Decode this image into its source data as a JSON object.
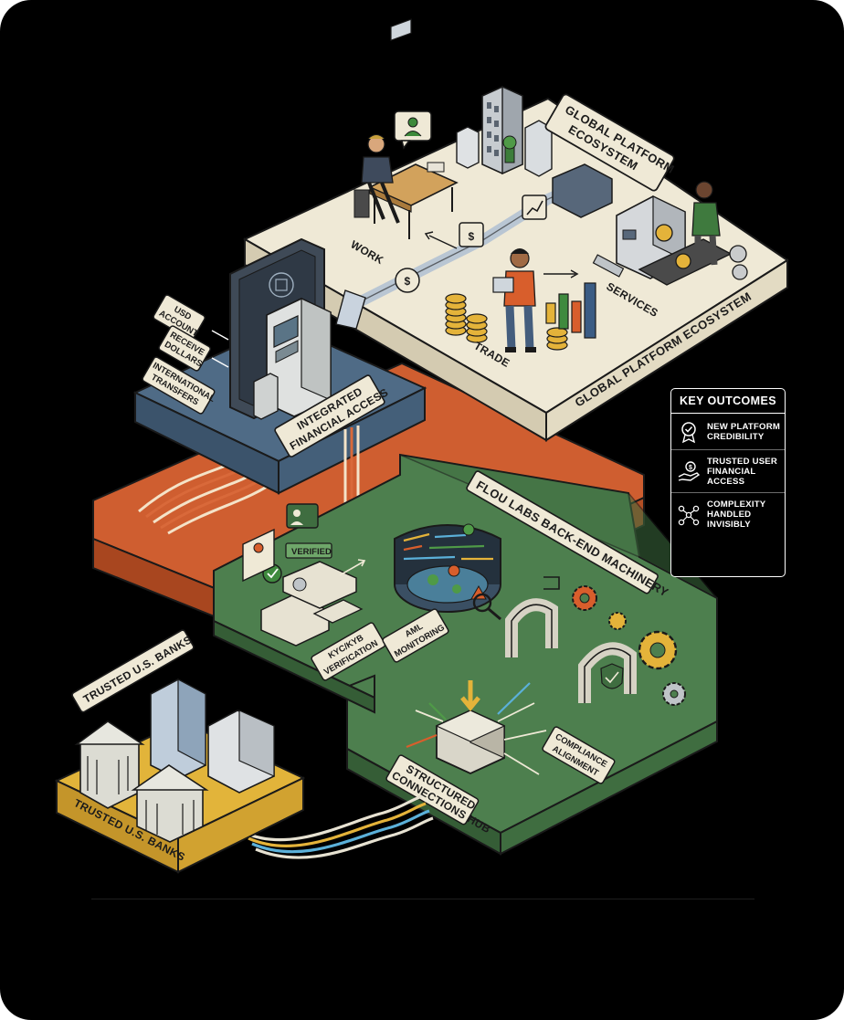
{
  "platform": {
    "title_line1": "GLOBAL PLATFORM",
    "title_line2": "ECOSYSTEM",
    "edge_label": "GLOBAL PLATFORM ECOSYSTEM",
    "work_label": "WORK",
    "trade_label": "TRADE",
    "services_label": "SERVICES"
  },
  "access": {
    "label_line1": "INTEGRATED",
    "label_line2": "FINANCIAL ACCESS",
    "tags": [
      {
        "line1": "USD",
        "line2": "ACCOUNT"
      },
      {
        "line1": "RECEIVE",
        "line2": "DOLLARS"
      },
      {
        "line1": "INTERNATIONAL",
        "line2": "TRANSFERS"
      }
    ]
  },
  "machinery": {
    "title": "FLOU LABS BACK-END MACHINERY",
    "verified_label": "VERIFIED",
    "kyc_line1": "KYC/KYB",
    "kyc_line2": "VERIFICATION",
    "aml_line1": "AML",
    "aml_line2": "MONITORING",
    "compliance_line1": "COMPLIANCE",
    "compliance_line2": "ALIGNMENT",
    "hub_line1": "STRUCTURED",
    "hub_line2": "CONNECTIONS HUB"
  },
  "banks": {
    "callout": "TRUSTED U.S. BANKS",
    "edge_label": "TRUSTED U.S. BANKS"
  },
  "key_outcomes": {
    "title": "KEY OUTCOMES",
    "items": [
      {
        "line1": "NEW PLATFORM",
        "line2": "CREDIBILITY",
        "line3": "",
        "icon": "badge-icon"
      },
      {
        "line1": "TRUSTED USER",
        "line2": "FINANCIAL",
        "line3": "ACCESS",
        "icon": "hand-coin-icon"
      },
      {
        "line1": "COMPLEXITY",
        "line2": "HANDLED",
        "line3": "INVISIBLY",
        "icon": "network-icon"
      }
    ]
  },
  "colors": {
    "background": "#000000",
    "platform": "#efe9d6",
    "access_slab": "#4f6b86",
    "orange_layer": "#cf5e30",
    "machinery": "#4d7f4e",
    "banks": "#e2b43a",
    "label_bg": "#efe9d6"
  }
}
